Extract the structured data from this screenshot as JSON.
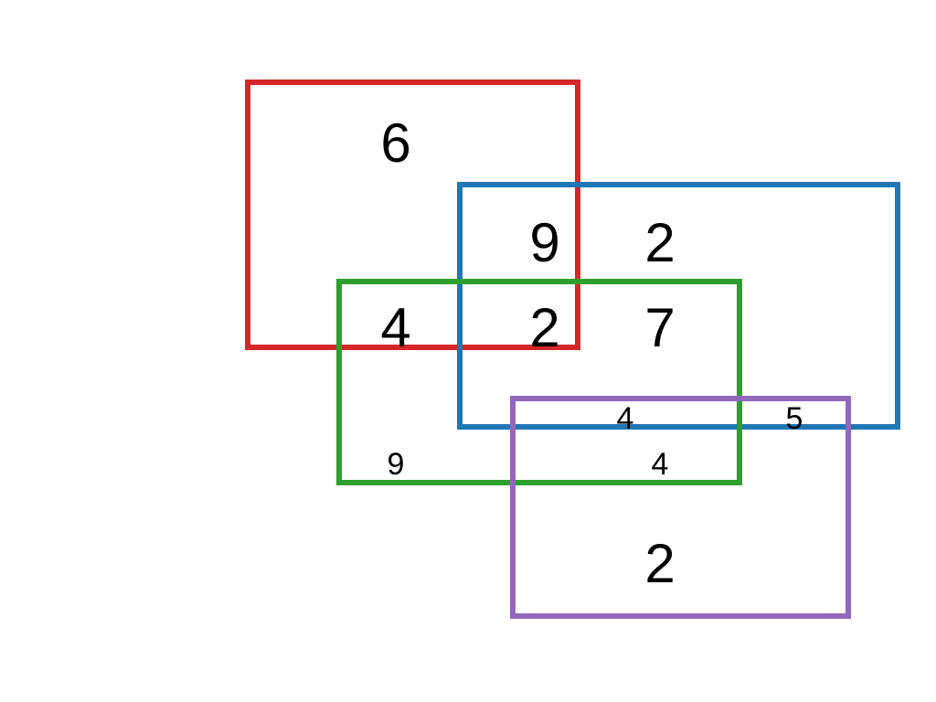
{
  "sets": [
    {
      "color": "#d62728"
    },
    {
      "color": "#1f77b4"
    },
    {
      "color": "#2ca02c"
    },
    {
      "color": "#9467bd"
    }
  ],
  "regions": {
    "red_only": "6",
    "red_blue": "9",
    "blue_only": "2",
    "red_green": "4",
    "red_blue_green": "2",
    "blue_green": "7",
    "blue_green_purple": "4",
    "blue_purple": "5",
    "green_only": "9",
    "green_purple": "4",
    "purple_only": "2"
  }
}
